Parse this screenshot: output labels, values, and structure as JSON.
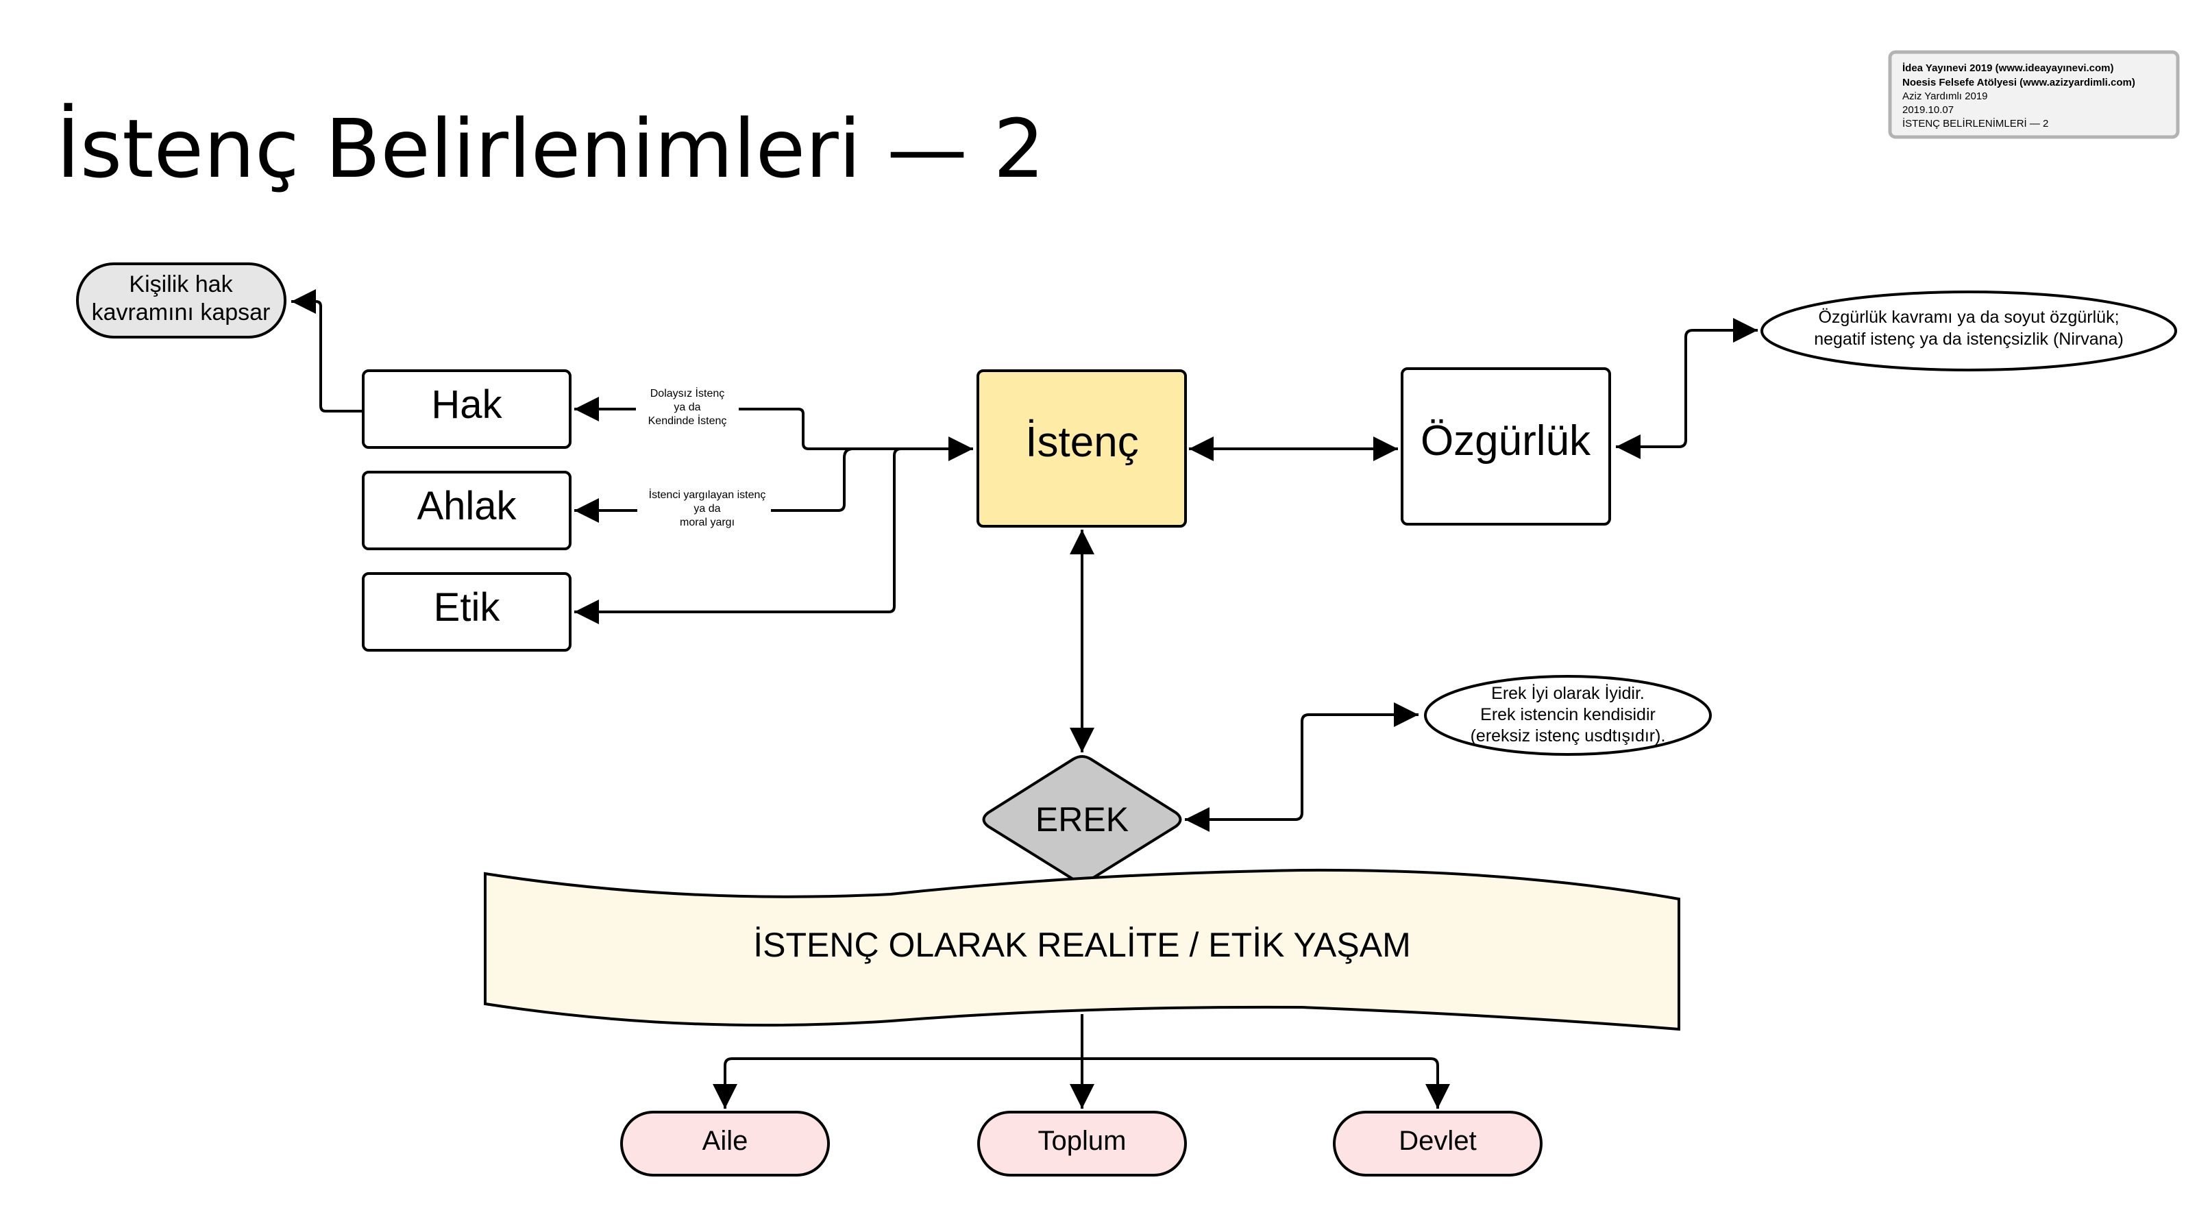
{
  "title": "İstenç Belirlenimleri — 2",
  "info_box": {
    "line1": "İdea Yayınevi 2019 (www.ideayayınevi.com)",
    "line2": "Noesis Felsefe Atölyesi (www.azizyardimli.com)",
    "line3": "Aziz Yardımlı 2019",
    "line4": "2019.10.07",
    "line5": "İSTENÇ BELİRLENİMLERİ — 2"
  },
  "nodes": {
    "kisilik": [
      "Kişilik hak",
      "kavramını kapsar"
    ],
    "hak": "Hak",
    "ahlak": "Ahlak",
    "etik": "Etik",
    "istenc": "İstenç",
    "ozgurluk": "Özgürlük",
    "ozgurluk_note": [
      "Özgürlük kavramı ya da soyut özgürlük;",
      "negatif istenç ya da istençsizlik (Nirvana)"
    ],
    "erek": "EREK",
    "erek_note": [
      "Erek İyi olarak İyidir.",
      "Erek istencin kendisidir",
      "(ereksiz istenç usdtışıdır)."
    ],
    "realite": "İSTENÇ OLARAK REALİTE / ETİK YAŞAM",
    "aile": "Aile",
    "toplum": "Toplum",
    "devlet": "Devlet"
  },
  "edge_labels": {
    "hak": [
      "Dolaysız İstenç",
      "ya da",
      "Kendinde İstenç"
    ],
    "ahlak": [
      "İstenci yargılayan istenç",
      "ya da",
      "moral yargı"
    ]
  },
  "colors": {
    "istenc_fill": "#fdeba6",
    "erek_fill": "#c8c8c8",
    "kisilik_fill": "#e6e6e6",
    "realite_fill": "#fef9e6",
    "pink_fill": "#fde3e3",
    "stroke": "#000000"
  }
}
